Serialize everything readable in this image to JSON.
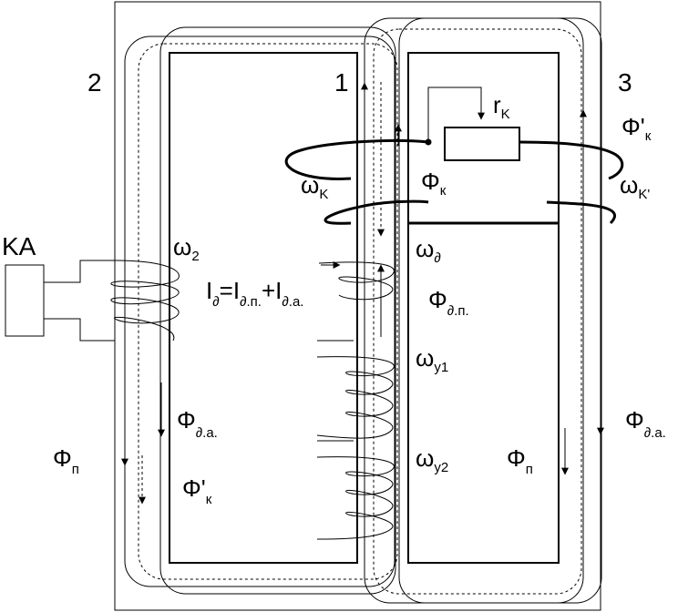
{
  "labels": {
    "n1": "1",
    "n2": "2",
    "n3": "3",
    "ka": "KA",
    "rk": "r",
    "rk_sub": "K",
    "phi_k_prime_top": "Φ'",
    "phi_k_prime_top_sub": "к",
    "omega_k": "ω",
    "omega_k_sub": "K",
    "phi_k": "Φ",
    "phi_k_sub": "к",
    "omega_k_prime": "ω",
    "omega_k_prime_sub": "K'",
    "omega_2": "ω",
    "omega_2_sub": "2",
    "omega_d": "ω",
    "omega_d_sub": "∂",
    "current_eq": "I",
    "current_eq_sub1": "∂",
    "current_eq_mid": "=I",
    "current_eq_sub2": "∂.п.",
    "current_eq_plus": "+I",
    "current_eq_sub3": "∂.а.",
    "phi_dp": "Φ",
    "phi_dp_sub": "∂.п.",
    "omega_y1": "ω",
    "omega_y1_sub": "y1",
    "omega_y2": "ω",
    "omega_y2_sub": "y2",
    "phi_da_left": "Φ",
    "phi_da_left_sub": "∂.а.",
    "phi_da_right": "Φ",
    "phi_da_right_sub": "∂.а.",
    "phi_p_left": "Φ",
    "phi_p_left_sub": "п",
    "phi_p_right": "Φ",
    "phi_p_right_sub": "п",
    "phi_k_prime_bottom": "Φ'",
    "phi_k_prime_bottom_sub": "к"
  }
}
